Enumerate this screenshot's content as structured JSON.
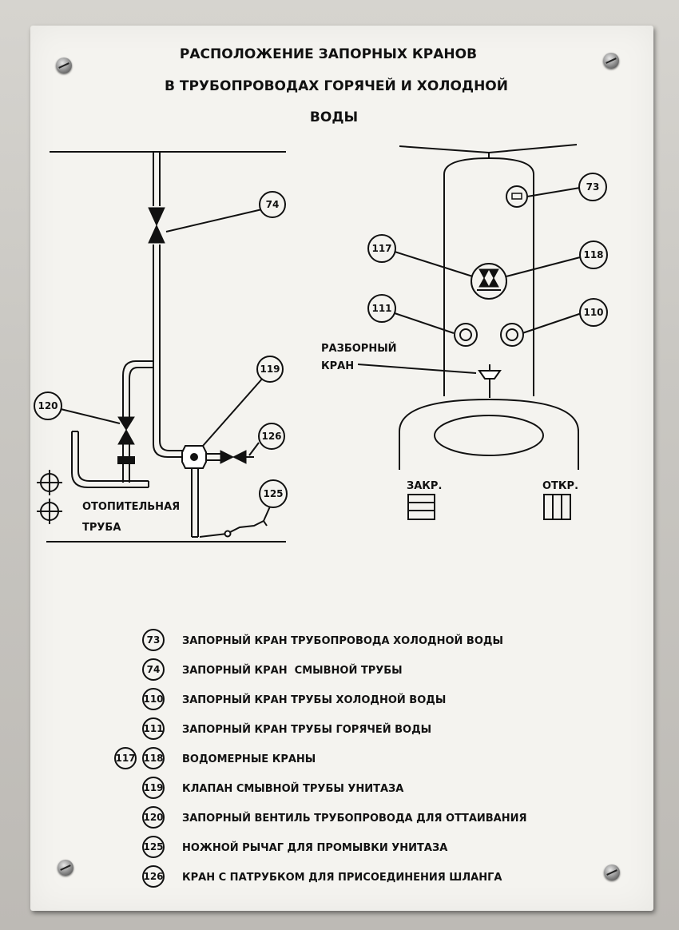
{
  "title": {
    "line1": "РАСПОЛОЖЕНИЕ ЗАПОРНЫХ КРАНОВ",
    "line2": "В ТРУБОПРОВОДАХ ГОРЯЧЕЙ И ХОЛОДНОЙ",
    "line3": "ВОДЫ"
  },
  "diagram": {
    "heating_pipe_line1": "ОТОПИТЕЛЬНАЯ",
    "heating_pipe_line2": "ТРУБА",
    "tap_line1": "РАЗБОРНЫЙ",
    "tap_line2": "КРАН",
    "closed_label": "ЗАКР.",
    "open_label": "ОТКР.",
    "callouts": {
      "c74": "74",
      "c119": "119",
      "c120": "120",
      "c126": "126",
      "c125": "125",
      "c73": "73",
      "c117": "117",
      "c118": "118",
      "c111": "111",
      "c110": "110"
    }
  },
  "legend": [
    {
      "num": "73",
      "text": "ЗАПОРНЫЙ КРАН ТРУБОПРОВОДА ХОЛОДНОЙ ВОДЫ"
    },
    {
      "num": "74",
      "text": "ЗАПОРНЫЙ КРАН  СМЫВНОЙ ТРУБЫ"
    },
    {
      "num": "110",
      "text": "ЗАПОРНЫЙ КРАН ТРУБЫ ХОЛОДНОЙ ВОДЫ"
    },
    {
      "num": "111",
      "text": "ЗАПОРНЫЙ КРАН ТРУБЫ ГОРЯЧЕЙ ВОДЫ"
    },
    {
      "num_extra": "117",
      "num": "118",
      "text": "ВОДОМЕРНЫЕ КРАНЫ"
    },
    {
      "num": "119",
      "text": "КЛАПАН СМЫВНОЙ ТРУБЫ УНИТАЗА"
    },
    {
      "num": "120",
      "text": "ЗАПОРНЫЙ ВЕНТИЛЬ ТРУБОПРОВОДА ДЛЯ ОТТАИВАНИЯ"
    },
    {
      "num": "125",
      "text": "НОЖНОЙ РЫЧАГ ДЛЯ ПРОМЫВКИ УНИТАЗА"
    },
    {
      "num": "126",
      "text": "КРАН С ПАТРУБКОМ ДЛЯ ПРИСОЕДИНЕНИЯ ШЛАНГА"
    }
  ]
}
